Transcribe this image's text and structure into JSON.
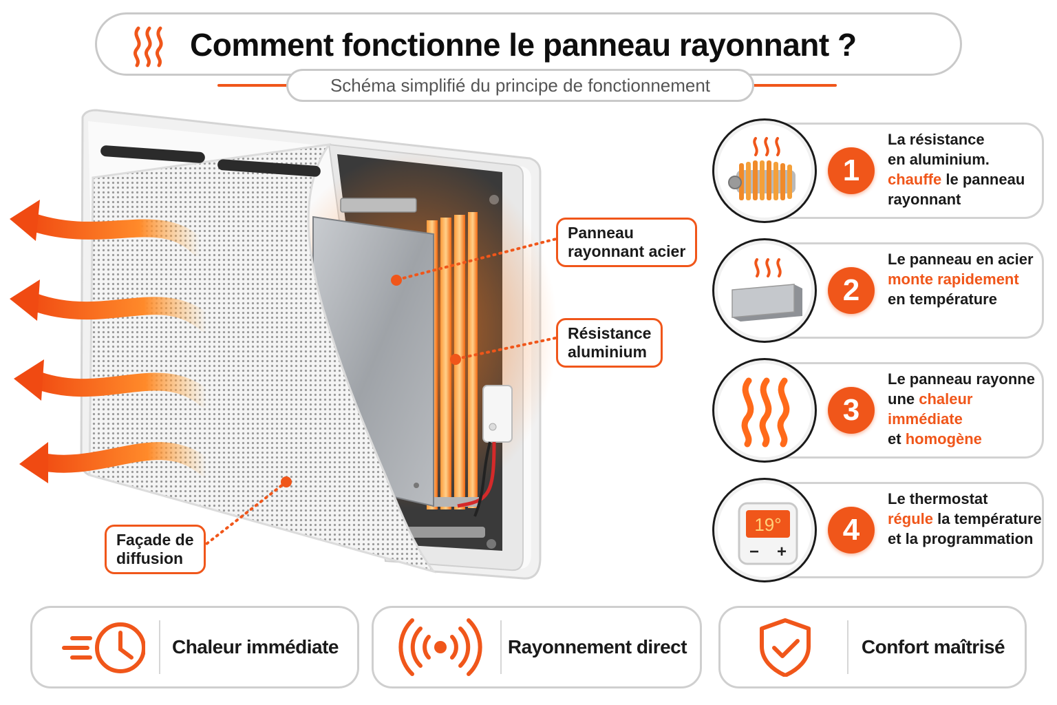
{
  "header": {
    "title": "Comment fonctionne le panneau rayonnant ?",
    "subtitle": "Schéma simplifié du principe de fonctionnement"
  },
  "callouts": {
    "panneau": [
      "Panneau",
      "rayonnant acier"
    ],
    "resistance": [
      "Résistance",
      "aluminium"
    ],
    "facade": [
      "Façade de",
      "diffusion"
    ]
  },
  "steps": [
    {
      "number": "1",
      "icon": "aluminium-heater-icon",
      "lines": [
        [
          {
            "t": "La résistance"
          }
        ],
        [
          {
            "t": "en aluminium."
          }
        ],
        [
          {
            "t": "chauffe",
            "hl": true
          },
          {
            "t": " le panneau"
          }
        ],
        [
          {
            "t": "rayonnant"
          }
        ]
      ]
    },
    {
      "number": "2",
      "icon": "steel-panel-icon",
      "lines": [
        [
          {
            "t": "Le panneau en acier"
          }
        ],
        [
          {
            "t": "monte rapidement",
            "hl": true
          }
        ],
        [
          {
            "t": "en température"
          }
        ]
      ]
    },
    {
      "number": "3",
      "icon": "heat-waves-icon",
      "lines": [
        [
          {
            "t": "Le panneau rayonne"
          }
        ],
        [
          {
            "t": "une "
          },
          {
            "t": "chaleur immédiate",
            "hl": true
          }
        ],
        [
          {
            "t": "et "
          },
          {
            "t": "homogène",
            "hl": true
          }
        ]
      ]
    },
    {
      "number": "4",
      "icon": "thermostat-icon",
      "thermostat_display": "19°",
      "thermostat_minus": "−",
      "thermostat_plus": "+",
      "lines": [
        [
          {
            "t": "Le thermostat"
          }
        ],
        [
          {
            "t": "régule",
            "hl": true
          },
          {
            "t": " la température"
          }
        ],
        [
          {
            "t": "et la programmation"
          }
        ]
      ]
    }
  ],
  "badges": [
    {
      "label": "Chaleur immédiate",
      "icon": "fast-clock-icon"
    },
    {
      "label": "Rayonnement direct",
      "icon": "radiation-icon"
    },
    {
      "label": "Confort maîtrisé",
      "icon": "shield-check-icon"
    }
  ],
  "colors": {
    "accent": "#f0561a",
    "heat": "#ff7a1a",
    "steel": "#a9acb0",
    "border": "#cfcfcf"
  }
}
